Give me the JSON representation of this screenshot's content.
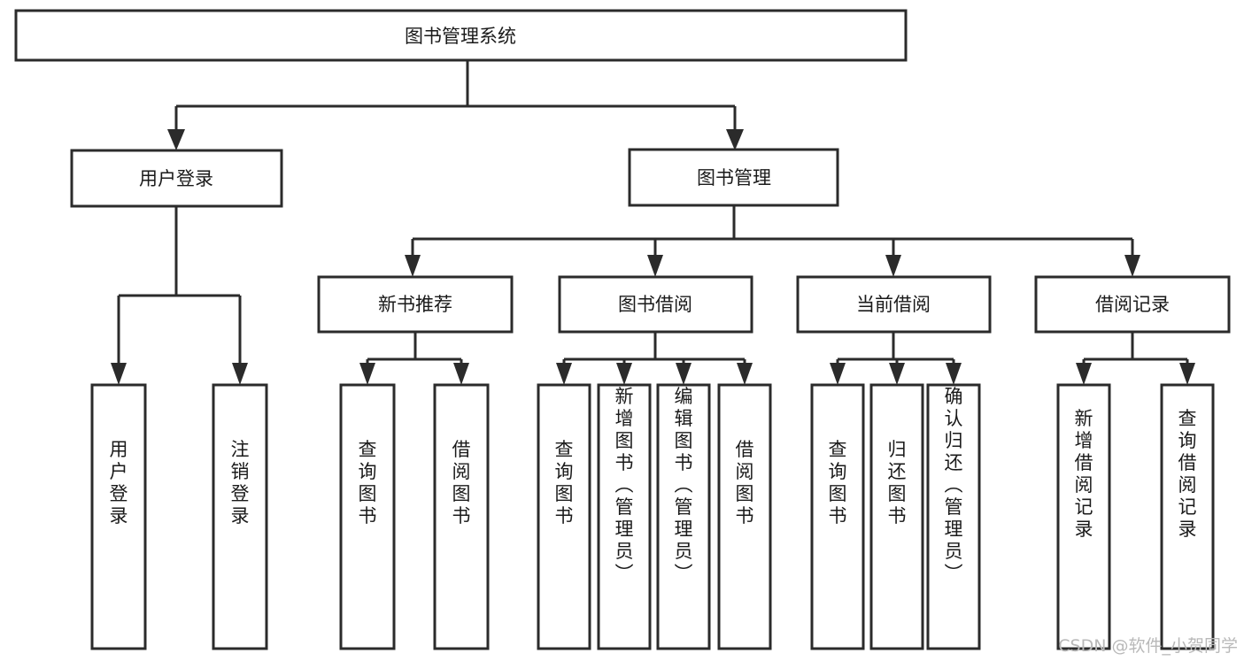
{
  "diagram": {
    "title": "图书管理系统",
    "type": "hierarchy-tree",
    "root": {
      "label": "图书管理系统"
    },
    "level1": [
      {
        "label": "用户登录"
      },
      {
        "label": "图书管理"
      }
    ],
    "level2": [
      {
        "label": "新书推荐"
      },
      {
        "label": "图书借阅"
      },
      {
        "label": "当前借阅"
      },
      {
        "label": "借阅记录"
      }
    ],
    "leaves": {
      "user_login": [
        {
          "label": "用户登录"
        },
        {
          "label": "注销登录"
        }
      ],
      "new_book_recommend": [
        {
          "label": "查询图书"
        },
        {
          "label": "借阅图书"
        }
      ],
      "book_borrow": [
        {
          "label": "查询图书"
        },
        {
          "label": "新增图书（管理员）"
        },
        {
          "label": "编辑图书（管理员）"
        },
        {
          "label": "借阅图书"
        }
      ],
      "current_borrow": [
        {
          "label": "查询图书"
        },
        {
          "label": "归还图书"
        },
        {
          "label": "确认归还（管理员）"
        }
      ],
      "borrow_record": [
        {
          "label": "新增借阅记录"
        },
        {
          "label": "查询借阅记录"
        }
      ]
    }
  },
  "watermark": {
    "text": "CSDN @软件_小贺同学"
  },
  "colors": {
    "background": "#ffffff",
    "box_stroke": "#2b2b2b",
    "box_fill": "#ffffff",
    "text": "#1a1a1a",
    "watermark": "#b9b9b9"
  }
}
